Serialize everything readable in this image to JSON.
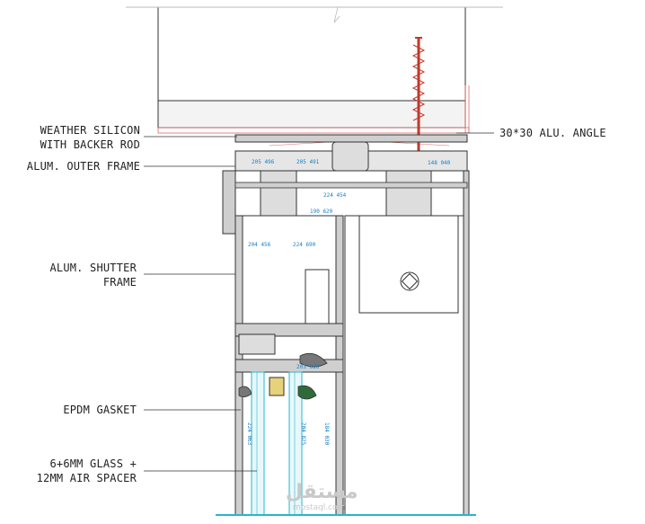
{
  "labels": {
    "weather_silicon_1": "WEATHER SILICON",
    "weather_silicon_2": "WITH BACKER ROD",
    "outer_frame": "ALUM. OUTER FRAME",
    "shutter_frame_1": "ALUM. SHUTTER",
    "shutter_frame_2": "FRAME",
    "epdm": "EPDM GASKET",
    "glass_1": "6+6MM GLASS +",
    "glass_2": "12MM AIR SPACER",
    "angle": "30*30 ALU. ANGLE"
  },
  "codes": {
    "c1": "205 496",
    "c2": "205 491",
    "c3": "148 040",
    "c4": "224 454",
    "c5": "190 620",
    "c6": "204 456",
    "c7": "224 690",
    "c8": "203 816",
    "c9": "224 063",
    "c10": "204 825",
    "c11": "184 030"
  },
  "watermark": {
    "arabic": "مستقل",
    "latin": "mostaql.com"
  },
  "colors": {
    "frame_gray": "#cfcfcf",
    "line": "#333333",
    "code_blue": "#1a7fc1",
    "glass_cyan": "#29b6c9",
    "screw_red": "#c0392b"
  }
}
